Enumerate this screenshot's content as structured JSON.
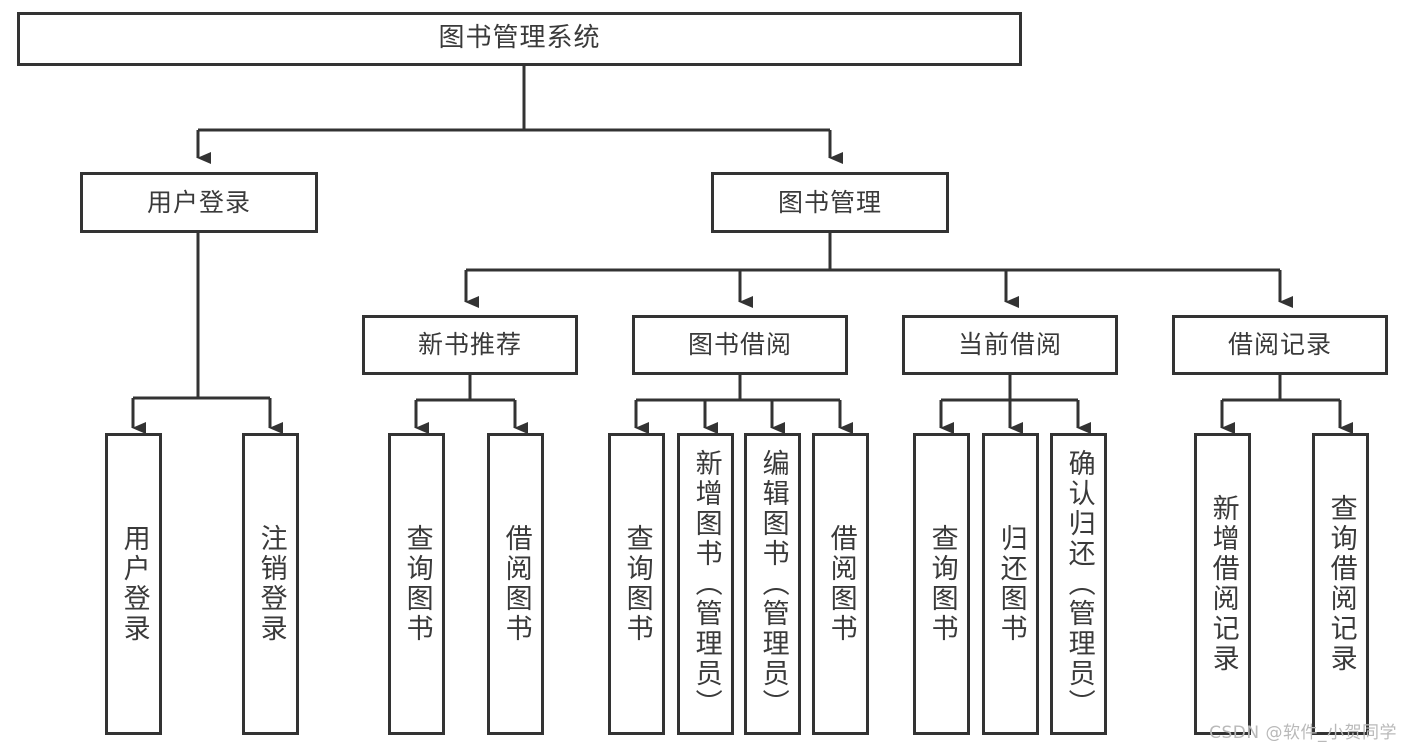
{
  "diagram": {
    "title": "图书管理系统",
    "type": "tree-diagram",
    "root": {
      "id": "root",
      "label": "图书管理系统"
    },
    "level2": [
      {
        "id": "user-login",
        "label": "用户登录"
      },
      {
        "id": "book-management",
        "label": "图书管理"
      }
    ],
    "level3": [
      {
        "id": "new-book-recommend",
        "label": "新书推荐"
      },
      {
        "id": "book-borrow",
        "label": "图书借阅"
      },
      {
        "id": "current-borrow",
        "label": "当前借阅"
      },
      {
        "id": "borrow-record",
        "label": "借阅记录"
      }
    ],
    "leaves": {
      "user_login": [
        {
          "id": "leaf-user-login",
          "label": "用户登录"
        },
        {
          "id": "leaf-logout",
          "label": "注销登录"
        }
      ],
      "new_book_recommend": [
        {
          "id": "leaf-query-book-1",
          "label": "查询图书"
        },
        {
          "id": "leaf-borrow-book-1",
          "label": "借阅图书"
        }
      ],
      "book_borrow": [
        {
          "id": "leaf-query-book-2",
          "label": "查询图书"
        },
        {
          "id": "leaf-add-book",
          "label": "新增图书（管理员）"
        },
        {
          "id": "leaf-edit-book",
          "label": "编辑图书（管理员）"
        },
        {
          "id": "leaf-borrow-book-2",
          "label": "借阅图书"
        }
      ],
      "current_borrow": [
        {
          "id": "leaf-query-book-3",
          "label": "查询图书"
        },
        {
          "id": "leaf-return-book",
          "label": "归还图书"
        },
        {
          "id": "leaf-confirm-return",
          "label": "确认归还（管理员）"
        }
      ],
      "borrow_record": [
        {
          "id": "leaf-add-record",
          "label": "新增借阅记录"
        },
        {
          "id": "leaf-query-record",
          "label": "查询借阅记录"
        }
      ]
    },
    "colors": {
      "stroke": "#333333",
      "text": "#3a3a3a",
      "background": "#ffffff",
      "watermark": "#b9b9b9"
    }
  },
  "watermark": {
    "text": "CSDN @软件_小贺同学"
  }
}
